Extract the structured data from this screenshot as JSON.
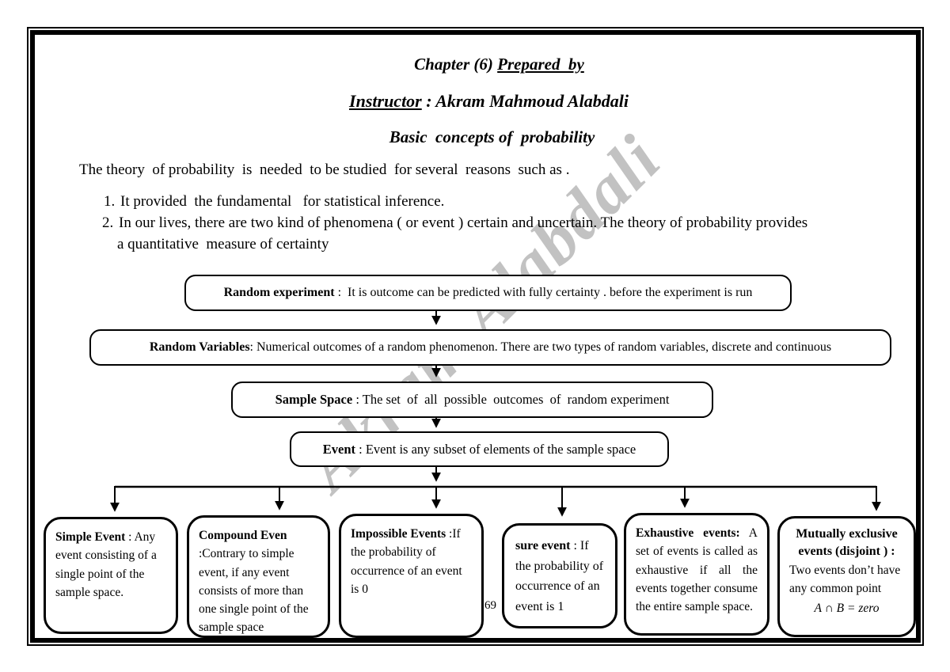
{
  "page": {
    "number": "69",
    "watermark": "Akram Alabdali"
  },
  "header": {
    "line1_prefix": "Chapter (6) ",
    "line1_underlined": "Prepared  by",
    "line2_underlined": "Instructor",
    "line2_rest": " : Akram Mahmoud Alabdali",
    "line3": "Basic  concepts of  probability"
  },
  "intro": {
    "lead": "The theory  of probability  is  needed  to be studied  for several  reasons  such as .",
    "item1_num": "1.",
    "item1_text": "It provided  the fundamental   for statistical inference.",
    "item2_num": "2.",
    "item2_line1": "In our lives, there are two kind of phenomena ( or event ) certain and uncertain. The theory of probability provides",
    "item2_line2": "a quantitative  measure of certainty"
  },
  "flow": {
    "levels": [
      {
        "label": "Random experiment",
        "text": " :  It is outcome can be predicted with fully certainty . before the experiment is run"
      },
      {
        "label": "Random Variables",
        "text": ": Numerical outcomes of a random phenomenon. There are two types of random variables, discrete and continuous"
      },
      {
        "label": "Sample Space",
        "text": " : The set  of  all  possible  outcomes  of  random experiment"
      },
      {
        "label": "Event",
        "text": " : Event is any subset of elements of the sample space"
      }
    ],
    "leaves": [
      {
        "label": "Simple Event",
        "text": " : Any event consisting of a single point of the sample space."
      },
      {
        "label": "Compound Even",
        "text": " :Contrary to simple event, if any event consists of more than one single point of the sample space"
      },
      {
        "label": "Impossible Events",
        "text": " :If the probability of occurrence of  an event is 0"
      },
      {
        "label": "sure event",
        "text": " : If the probability of occurrence of an event is 1"
      },
      {
        "label": "Exhaustive events:",
        "text": " A set of events is called as exhaustive if all the events together consume the entire sample space."
      },
      {
        "label": "Mutually exclusive events (disjoint ) :",
        "text": "Two events don’t have any common point",
        "formula": "A ∩ B = zero"
      }
    ]
  }
}
